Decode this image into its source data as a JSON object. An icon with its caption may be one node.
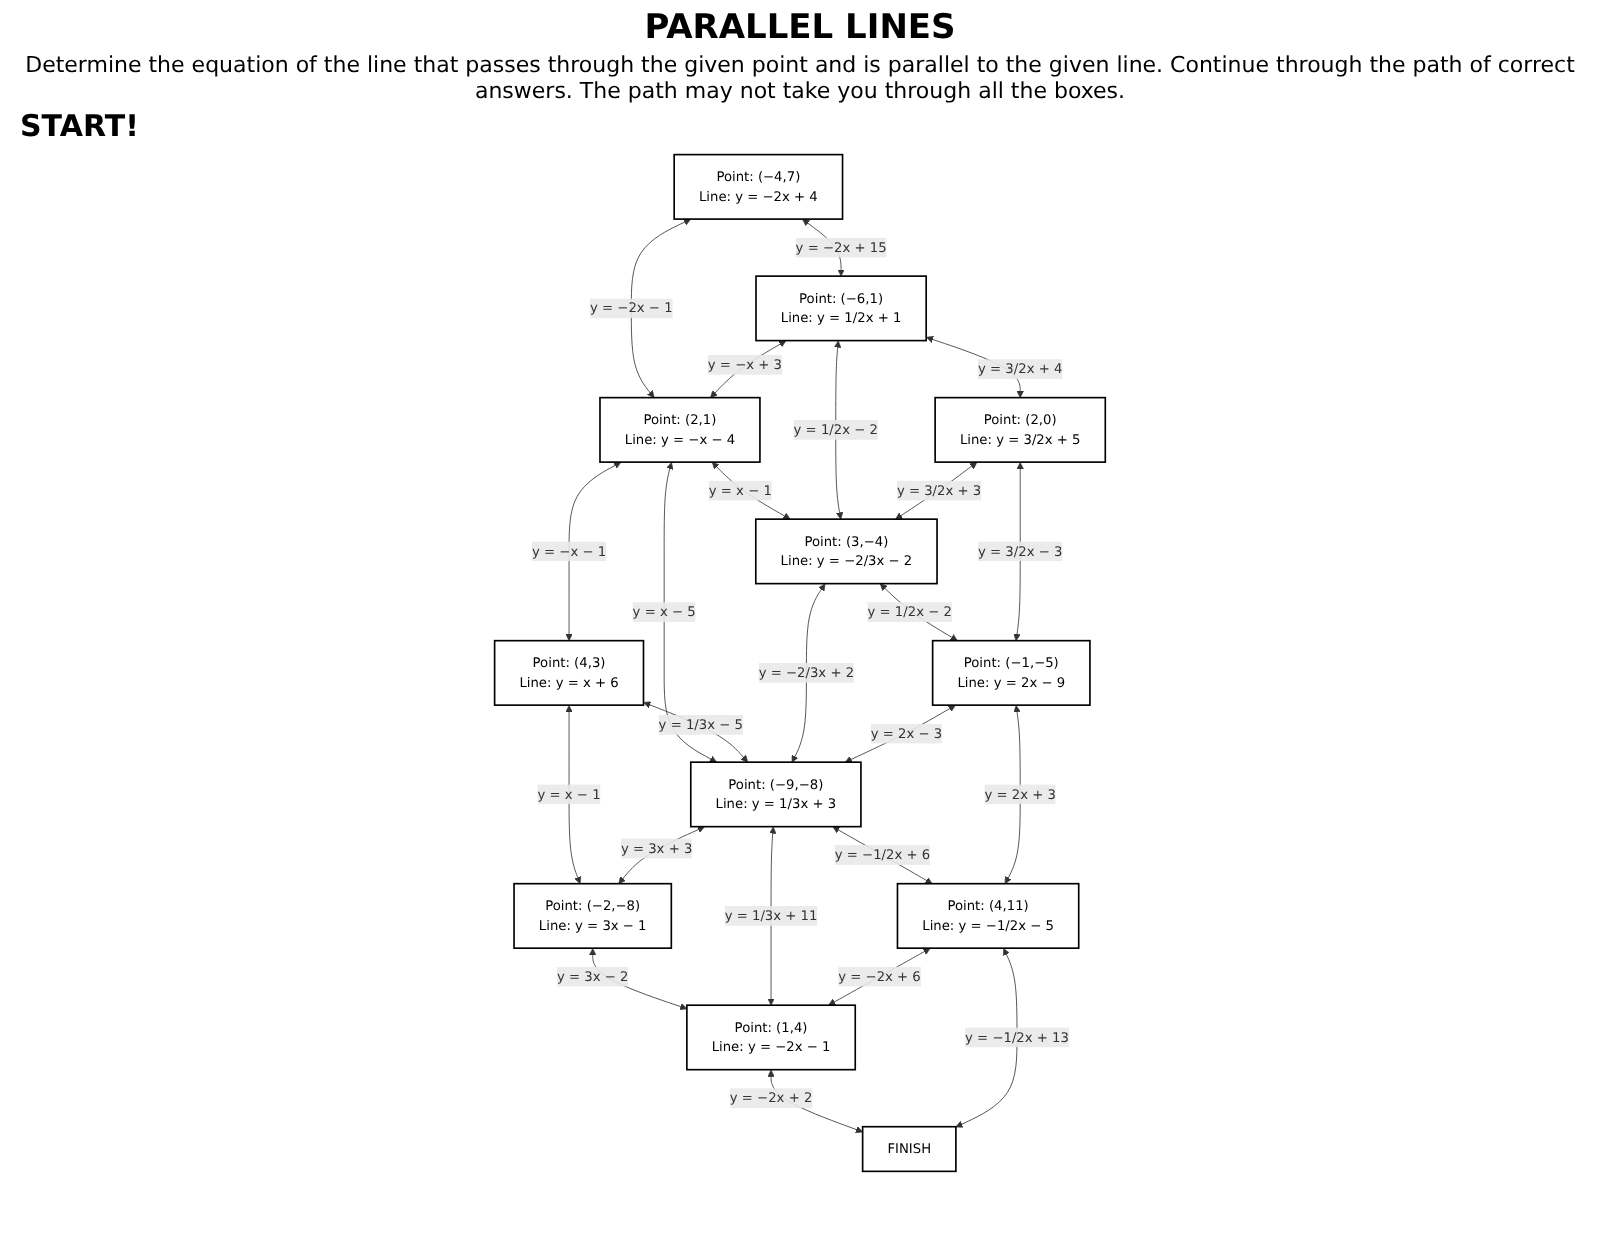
{
  "diagram": {
    "title": "PARALLEL LINES",
    "nodes": [
      {
        "text": [
          "Point: (−4,7)",
          "Line: y = −2x + 4"
        ]
      },
      {
        "text": [
          "Point: (2,1)",
          "Line: y = −x − 4"
        ]
      },
      {
        "text": [
          "Point: (4,3)",
          "Line: y = x + 6"
        ]
      },
      {
        "text": [
          "Point: (−2,−8)",
          "Line: y = 3x − 1"
        ]
      },
      {
        "text": [
          "Point: (−6,1)",
          "Line: y = 1/2x + 1"
        ]
      },
      {
        "text": [
          "Point: (3,−4)",
          "Line: y = −2/3x − 2"
        ]
      },
      {
        "text": [
          "Point: (−9,−8)",
          "Line: y = 1/3x + 3"
        ]
      },
      {
        "text": [
          "Point: (1,4)",
          "Line: y = −2x − 1"
        ]
      },
      {
        "text": [
          "Point: (2,0)",
          "Line: y = 3/2x + 5"
        ]
      },
      {
        "text": [
          "Point: (−1,−5)",
          "Line: y = 2x − 9"
        ]
      },
      {
        "text": [
          "Point: (4,11)",
          "Line: y = −1/2x − 5"
        ]
      },
      {
        "text": [
          "FINISH"
        ]
      }
    ],
    "edges": [
      {
        "from": 0,
        "to": 1,
        "arrow": "both",
        "label": "y = −2x − 1"
      },
      {
        "from": 1,
        "to": 2,
        "arrow": "both",
        "label": "y = −x − 1"
      },
      {
        "from": 2,
        "to": 3,
        "arrow": "both",
        "label": "y = x − 1"
      },
      {
        "from": 0,
        "to": 4,
        "arrow": "both",
        "label": "y = −2x + 15"
      },
      {
        "from": 4,
        "to": 1,
        "arrow": "both",
        "label": "y = −x + 3"
      },
      {
        "from": 1,
        "to": 5,
        "arrow": "both",
        "label": "y = x − 1"
      },
      {
        "from": 1,
        "to": 6,
        "arrow": "both",
        "label": "y = x − 5"
      },
      {
        "from": 2,
        "to": 6,
        "arrow": "both",
        "label": "y = 1/3x − 5"
      },
      {
        "from": 6,
        "to": 3,
        "arrow": "both",
        "label": "y = 3x + 3"
      },
      {
        "from": 3,
        "to": 7,
        "arrow": "both",
        "label": "y = 3x − 2"
      },
      {
        "from": 4,
        "to": 5,
        "arrow": "both",
        "label": "y = 1/2x − 2"
      },
      {
        "from": 5,
        "to": 6,
        "arrow": "both",
        "label": "y = −2/3x + 2"
      },
      {
        "from": 6,
        "to": 7,
        "arrow": "both",
        "label": "y = 1/3x + 11"
      },
      {
        "from": 4,
        "to": 8,
        "arrow": "both",
        "label": "y = 3/2x + 4"
      },
      {
        "from": 8,
        "to": 5,
        "arrow": "both",
        "label": "y = 3/2x + 3"
      },
      {
        "from": 5,
        "to": 9,
        "arrow": "both",
        "label": "y = 1/2x − 2"
      },
      {
        "from": 9,
        "to": 6,
        "arrow": "both",
        "label": "y = 2x − 3"
      },
      {
        "from": 6,
        "to": 10,
        "arrow": "both",
        "label": "y = −1/2x + 6"
      },
      {
        "from": 10,
        "to": 7,
        "arrow": "both",
        "label": "y = −2x + 6"
      },
      {
        "from": 7,
        "to": 11,
        "arrow": "both",
        "label": "y = −2x + 2"
      },
      {
        "from": 8,
        "to": 9,
        "arrow": "both",
        "label": "y = 3/2x − 3"
      },
      {
        "from": 9,
        "to": 10,
        "arrow": "both",
        "label": "y = 2x + 3"
      },
      {
        "from": 10,
        "to": 11,
        "arrow": "both",
        "label": "y = −1/2x + 13"
      }
    ],
    "labels": [
      "Determine the equation of the line that passes through the given point and is parallel to the given line. Continue through the path of correct answers. The path may not take you through all the boxes.",
      "START!"
    ]
  }
}
